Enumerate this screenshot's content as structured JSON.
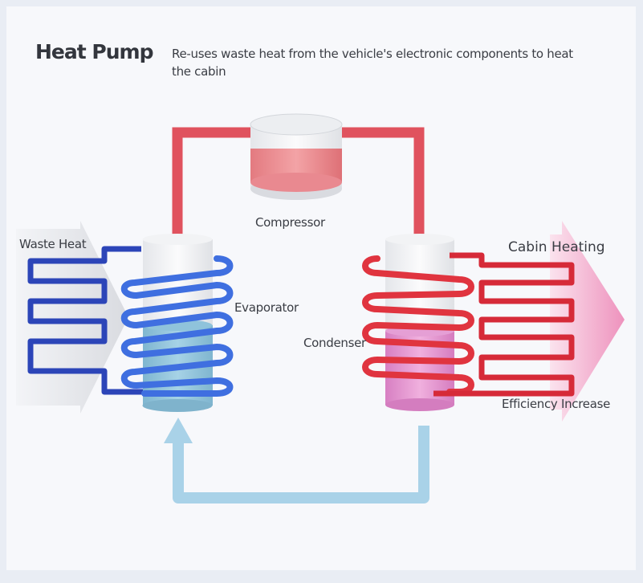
{
  "header": {
    "title": "Heat Pump",
    "description": "Re-uses waste heat from the vehicle's electronic components to heat the cabin"
  },
  "diagram": {
    "labels": {
      "compressor": "Compressor",
      "evaporator": "Evaporator",
      "condenser": "Condenser",
      "waste_heat": "Waste Heat",
      "cabin_heating": "Cabin Heating",
      "efficiency_increase": "Efficiency Increase"
    },
    "colors": {
      "hot_pipe": "#e0525e",
      "cold_coil": "#3f6fe0",
      "return_pipe": "#a9d2e8",
      "evaporator_liquid": "#8fc3db",
      "condenser_liquid": "#e38fcf",
      "cabin_arrow": "#f2a6c8"
    }
  }
}
